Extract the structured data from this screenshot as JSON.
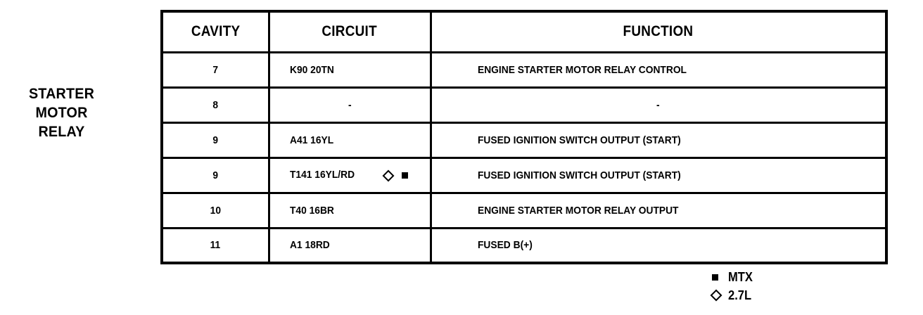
{
  "component": {
    "name_lines": [
      "STARTER",
      "MOTOR",
      "RELAY"
    ],
    "line1": "STARTER",
    "line2": "MOTOR",
    "line3": "RELAY"
  },
  "table": {
    "headers": {
      "cavity": "CAVITY",
      "circuit": "CIRCUIT",
      "function": "FUNCTION"
    },
    "rows": [
      {
        "cavity": "7",
        "circuit": "K90 20TN",
        "symbols": [],
        "function": "ENGINE STARTER MOTOR RELAY CONTROL"
      },
      {
        "cavity": "8",
        "circuit": "-",
        "symbols": [],
        "function": "-"
      },
      {
        "cavity": "9",
        "circuit": "A41 16YL",
        "symbols": [],
        "function": "FUSED IGNITION SWITCH OUTPUT (START)"
      },
      {
        "cavity": "9",
        "circuit": "T141 16YL/RD",
        "symbols": [
          "diamond-icon",
          "square-icon"
        ],
        "function": "FUSED IGNITION SWITCH OUTPUT (START)"
      },
      {
        "cavity": "10",
        "circuit": "T40 16BR",
        "symbols": [],
        "function": "ENGINE STARTER MOTOR RELAY OUTPUT"
      },
      {
        "cavity": "11",
        "circuit": "A1 18RD",
        "symbols": [],
        "function": "FUSED B(+)"
      }
    ]
  },
  "legend": {
    "entries": [
      {
        "symbol": "square-icon",
        "label": "MTX"
      },
      {
        "symbol": "diamond-icon",
        "label": "2.7L"
      }
    ],
    "entry0_label": "MTX",
    "entry1_label": "2.7L"
  },
  "colors": {
    "ink": "#000000",
    "paper": "#ffffff"
  }
}
